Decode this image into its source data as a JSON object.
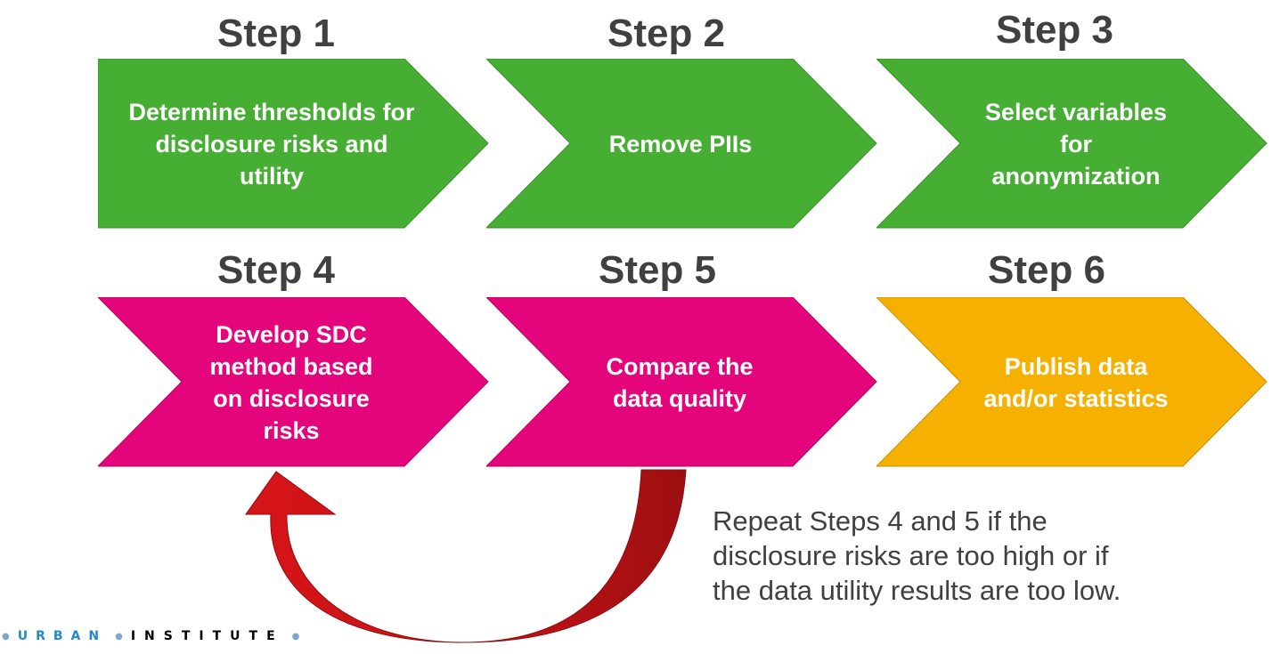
{
  "steps": [
    {
      "title": "Step 1",
      "lines": [
        "Determine thresholds for",
        "disclosure risks and",
        "utility"
      ],
      "color": "#47ae34"
    },
    {
      "title": "Step 2",
      "lines": [
        "Remove PIIs"
      ],
      "color": "#47ae34"
    },
    {
      "title": "Step 3",
      "lines": [
        "Select variables",
        "for",
        "anonymization"
      ],
      "color": "#47ae34"
    },
    {
      "title": "Step 4",
      "lines": [
        "Develop SDC",
        "method based",
        "on disclosure",
        "risks"
      ],
      "color": "#e4047b"
    },
    {
      "title": "Step 5",
      "lines": [
        "Compare the",
        "data quality"
      ],
      "color": "#e4047b"
    },
    {
      "title": "Step 6",
      "lines": [
        "Publish data",
        "and/or statistics"
      ],
      "color": "#f6b000"
    }
  ],
  "note": {
    "lines": [
      "Repeat Steps 4 and 5 if the",
      "disclosure risks are too high or if",
      "the data utility results are too low."
    ]
  },
  "loop_arrow": {
    "color": "#cc1315"
  },
  "logo": {
    "part1": "URBAN",
    "part2": "INSTITUTE",
    "color1": "#1f8bcb",
    "color2": "#000000"
  }
}
